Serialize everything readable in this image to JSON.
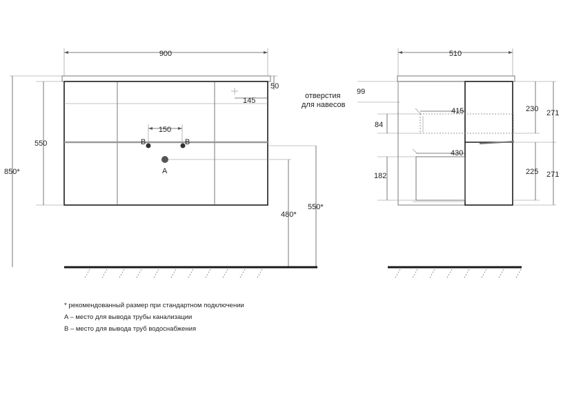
{
  "front_view": {
    "width_dim": "900",
    "height_dim": "550",
    "total_height_dim": "850*",
    "hole_spacing_dim": "150",
    "top_offset_dim": "50",
    "side_offset_dim": "145",
    "drain_height_dim": "480*",
    "cabinet_height_dim": "550*",
    "label_a": "A",
    "label_b_left": "B",
    "label_b_right": "B"
  },
  "side_view": {
    "depth_dim": "510",
    "holes_label_line1": "отверстия",
    "holes_label_line2": "для навесов",
    "hole_drop_dim": "99",
    "upper_drawer_inner_dim": "415",
    "upper_drawer_height_dim": "84",
    "lower_drawer_inner_dim": "430",
    "lower_drawer_height_dim": "182",
    "upper_front_dim": "230",
    "lower_front_dim": "225",
    "upper_section_dim": "271",
    "lower_section_dim": "271"
  },
  "notes": [
    "* рекомендованный размер при стандартном подключении",
    "A – место для вывода трубы канализации",
    "B – место для вывода труб водоснабжения"
  ]
}
